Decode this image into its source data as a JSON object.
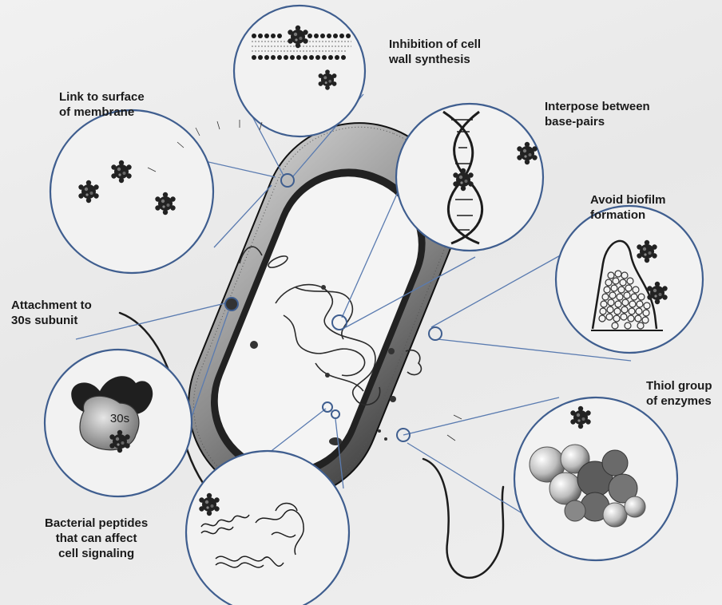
{
  "diagram": {
    "labels": {
      "cell_wall": [
        "Inhibition of cell",
        "wall synthesis"
      ],
      "membrane": [
        "Link to surface",
        "of membrane"
      ],
      "base_pairs": [
        "Interpose between",
        "base-pairs"
      ],
      "biofilm": [
        "Avoid biofilm",
        "formation"
      ],
      "ribosome": [
        "Attachment to",
        "30s subunit"
      ],
      "thiol": [
        "Thiol group",
        "of enzymes"
      ],
      "peptides": [
        "Bacterial peptides",
        "that can affect",
        "cell signaling"
      ]
    },
    "ribosome_tag": "30s",
    "colors": {
      "circle_stroke": "#3f5e8f",
      "leader_line": "#5a7bb0",
      "ink": "#1c1c1c",
      "cytoplasm": "#f4f4f4"
    }
  }
}
